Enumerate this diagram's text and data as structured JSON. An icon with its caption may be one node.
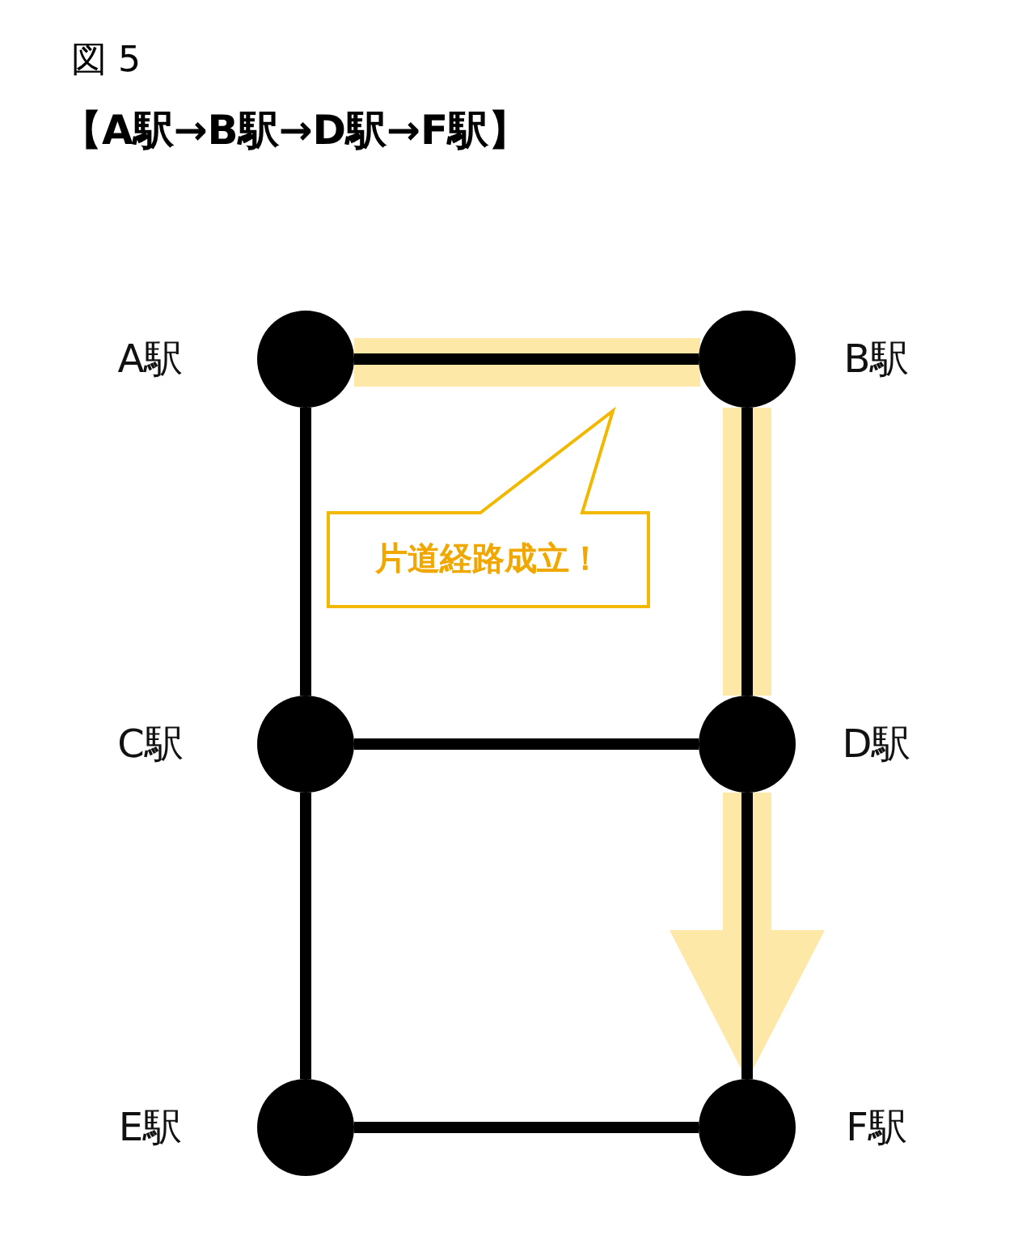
{
  "diagram": {
    "title": "【A駅→B駅→D駅→F駅】",
    "nodes": [
      {
        "text": [],
        "shape": "circle",
        "beside": [
          "A駅"
        ]
      },
      {
        "text": [],
        "shape": "circle",
        "beside": [
          "B駅"
        ]
      },
      {
        "text": [
          "片道経路成立！"
        ]
      },
      {
        "text": [],
        "shape": "circle",
        "beside": [
          "C駅"
        ]
      },
      {
        "text": [],
        "shape": "circle",
        "beside": [
          "D駅"
        ]
      },
      {
        "text": [],
        "shape": "circle",
        "beside": [
          "E駅"
        ]
      },
      {
        "text": [],
        "shape": "circle",
        "beside": [
          "F駅"
        ]
      }
    ],
    "edges": [
      {
        "from": 0,
        "to": 1,
        "arrow": "none"
      },
      {
        "from": 0,
        "to": 3,
        "arrow": "none"
      },
      {
        "from": 1,
        "to": 4,
        "arrow": "none"
      },
      {
        "from": 3,
        "to": 4,
        "arrow": "none"
      },
      {
        "from": 3,
        "to": 5,
        "arrow": "none"
      },
      {
        "from": 4,
        "to": 6,
        "arrow": "none"
      },
      {
        "from": 5,
        "to": 6,
        "arrow": "none"
      },
      {
        "from": 0,
        "to": 1,
        "arrow": "none",
        "style": "thick",
        "color": "#fde8a8"
      },
      {
        "from": 1,
        "to": 4,
        "arrow": "none",
        "style": "thick",
        "color": "#fde8a8"
      },
      {
        "from": 4,
        "to": 6,
        "arrow": "to",
        "style": "thick",
        "color": "#fde8a8"
      }
    ],
    "labels": [
      "図 5"
    ]
  }
}
